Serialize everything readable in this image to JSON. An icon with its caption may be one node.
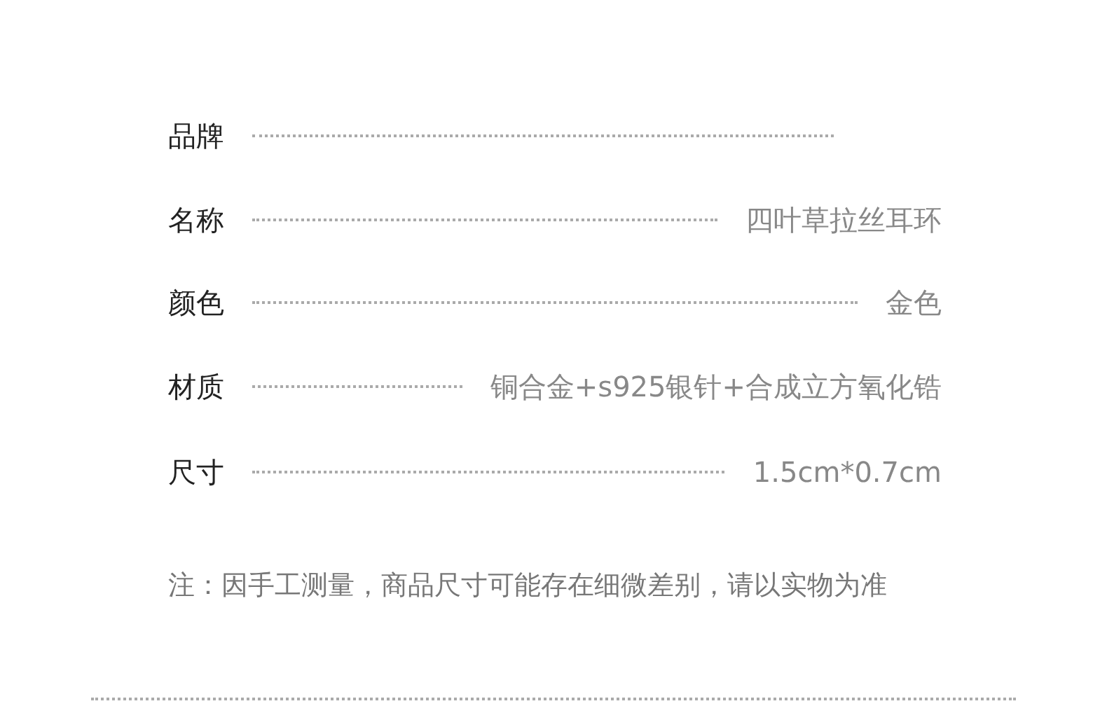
{
  "diagram": {
    "labels": [
      "品牌",
      "名称",
      "四叶草拉丝耳环",
      "颜色",
      "金色",
      "材质",
      "铜合金+s925银针+合成立方氧化锆",
      "尺寸",
      "1.5cm*0.7cm",
      "注：因手工测量，商品尺寸可能存在细微差别，请以实物为准"
    ]
  }
}
